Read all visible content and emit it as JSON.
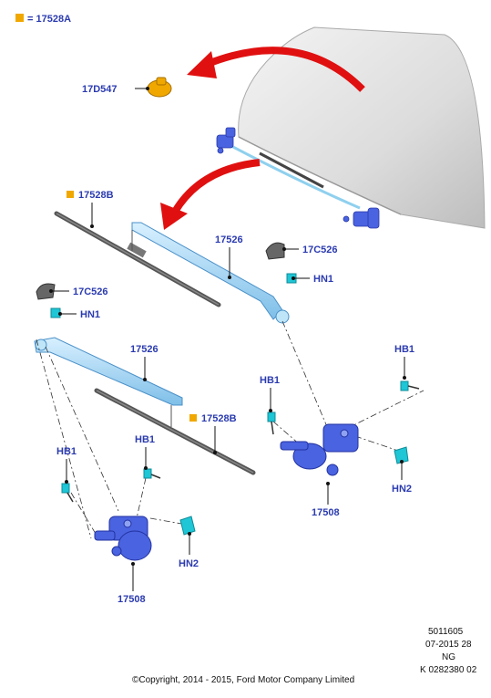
{
  "legend": {
    "swatch_color": "#f0a800",
    "text": "= 17528A"
  },
  "labels": {
    "cap_front": "17D547",
    "blade_upper": "17528B",
    "blade_lower": "17528B",
    "arm_upper": "17526",
    "arm_lower": "17526",
    "cap_right": "17C526",
    "cap_left": "17C526",
    "nut_right": "HN1",
    "nut_left": "HN1",
    "bolt_right_top": "HB1",
    "bolt_right_mid": "HB1",
    "bolt_left_far": "HB1",
    "bolt_left_near": "HB1",
    "nut2_right": "HN2",
    "nut2_left": "HN2",
    "motor_right": "17508",
    "motor_left": "17508"
  },
  "footer": {
    "code1": "5011605",
    "code2": "07-2015 28",
    "code3": "NG",
    "code4": "K 0282380 02",
    "copyright": "©Copyright, 2014 - 2015, Ford Motor Company Limited"
  },
  "colors": {
    "label_blue": "#2b3bb0",
    "part_blue": "#4a63e0",
    "part_cyan": "#1ec6d6",
    "arm_light": "#a8d8f0",
    "arrow_red": "#e01010",
    "highlight_orange": "#f0a800",
    "blade_gray": "#555555"
  }
}
